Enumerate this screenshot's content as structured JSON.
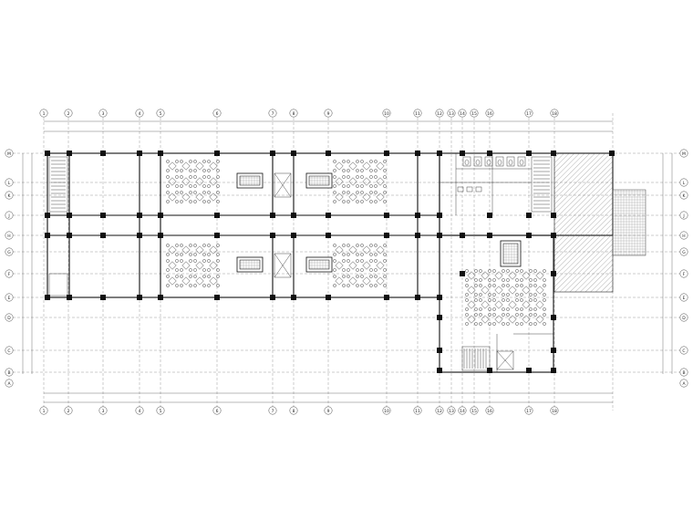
{
  "drawing": {
    "axis_top": [
      "1",
      "2",
      "3",
      "4",
      "5",
      "6",
      "7",
      "8",
      "9",
      "10",
      "11",
      "12",
      "13",
      "14",
      "15",
      "16",
      "17",
      "18"
    ],
    "axis_side": [
      "M",
      "L",
      "K",
      "J",
      "H",
      "G",
      "F",
      "E",
      "D",
      "C",
      "B",
      "A"
    ]
  }
}
